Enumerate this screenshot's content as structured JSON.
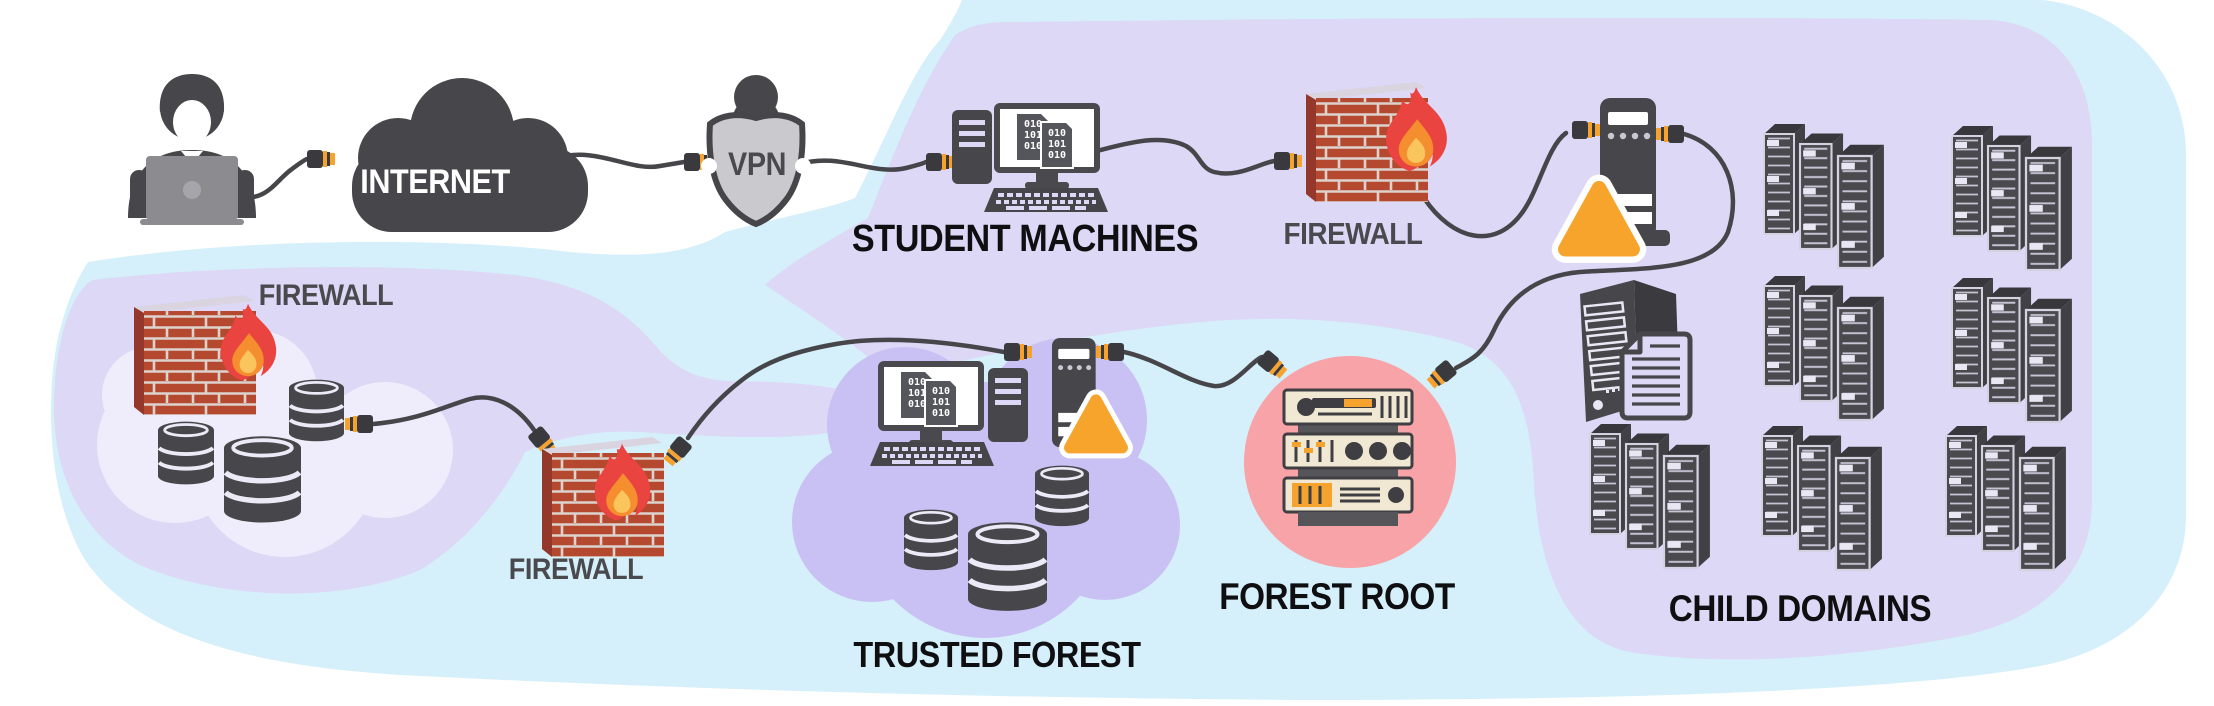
{
  "labels": {
    "internet": "INTERNET",
    "vpn": "VPN",
    "student_machines": "STUDENT MACHINES",
    "firewall_top": "FIREWALL",
    "firewall_left": "FIREWALL",
    "firewall_middle": "FIREWALL",
    "trusted_forest": "TRUSTED FOREST",
    "forest_root": "FOREST ROOT",
    "child_domains": "CHILD DOMAINS"
  },
  "binary_doc": {
    "l1": "010",
    "l2": "101",
    "l3": "010"
  },
  "colors": {
    "background": "#ffffff",
    "cyan_region": "#d5f0fa",
    "lavender_region": "#dcd8f6",
    "trusted_cloud": "#c9c0f3",
    "inner_cloud": "#efedfb",
    "forest_root_circle": "#f7a3a7",
    "dark_gray": "#47474b",
    "brick_red": "#b5492f",
    "flame_red": "#ea4440",
    "flame_orange": "#f58e2e",
    "flame_yellow": "#fbc55e",
    "accent_orange": "#f6a22f",
    "panel_cream": "#f1e8d3"
  },
  "icons": {
    "user": "user-laptop-icon",
    "internet": "internet-cloud-icon",
    "vpn": "vpn-shield-icon",
    "student_machines": "workstation-icon",
    "firewall": "firewall-brick-flame-icon",
    "domain_server": "server-warning-icon",
    "databases": "database-cylinder-icon",
    "forest_root": "rack-server-icon",
    "child_domains": "server-rack-cluster-icon",
    "file_server": "server-document-icon",
    "cable": "network-cable",
    "plug": "cable-plug-icon"
  },
  "edges": [
    {
      "from": "user-laptop",
      "to": "internet"
    },
    {
      "from": "internet",
      "to": "vpn"
    },
    {
      "from": "vpn",
      "to": "student-machines"
    },
    {
      "from": "student-machines",
      "to": "firewall-top"
    },
    {
      "from": "firewall-top",
      "to": "domain-server"
    },
    {
      "from": "domain-server",
      "to": "forest-root"
    },
    {
      "from": "trusted-forest-server",
      "to": "forest-root"
    },
    {
      "from": "trusted-forest-server",
      "to": "firewall-middle"
    },
    {
      "from": "firewall-middle",
      "to": "trusted-databases"
    }
  ]
}
